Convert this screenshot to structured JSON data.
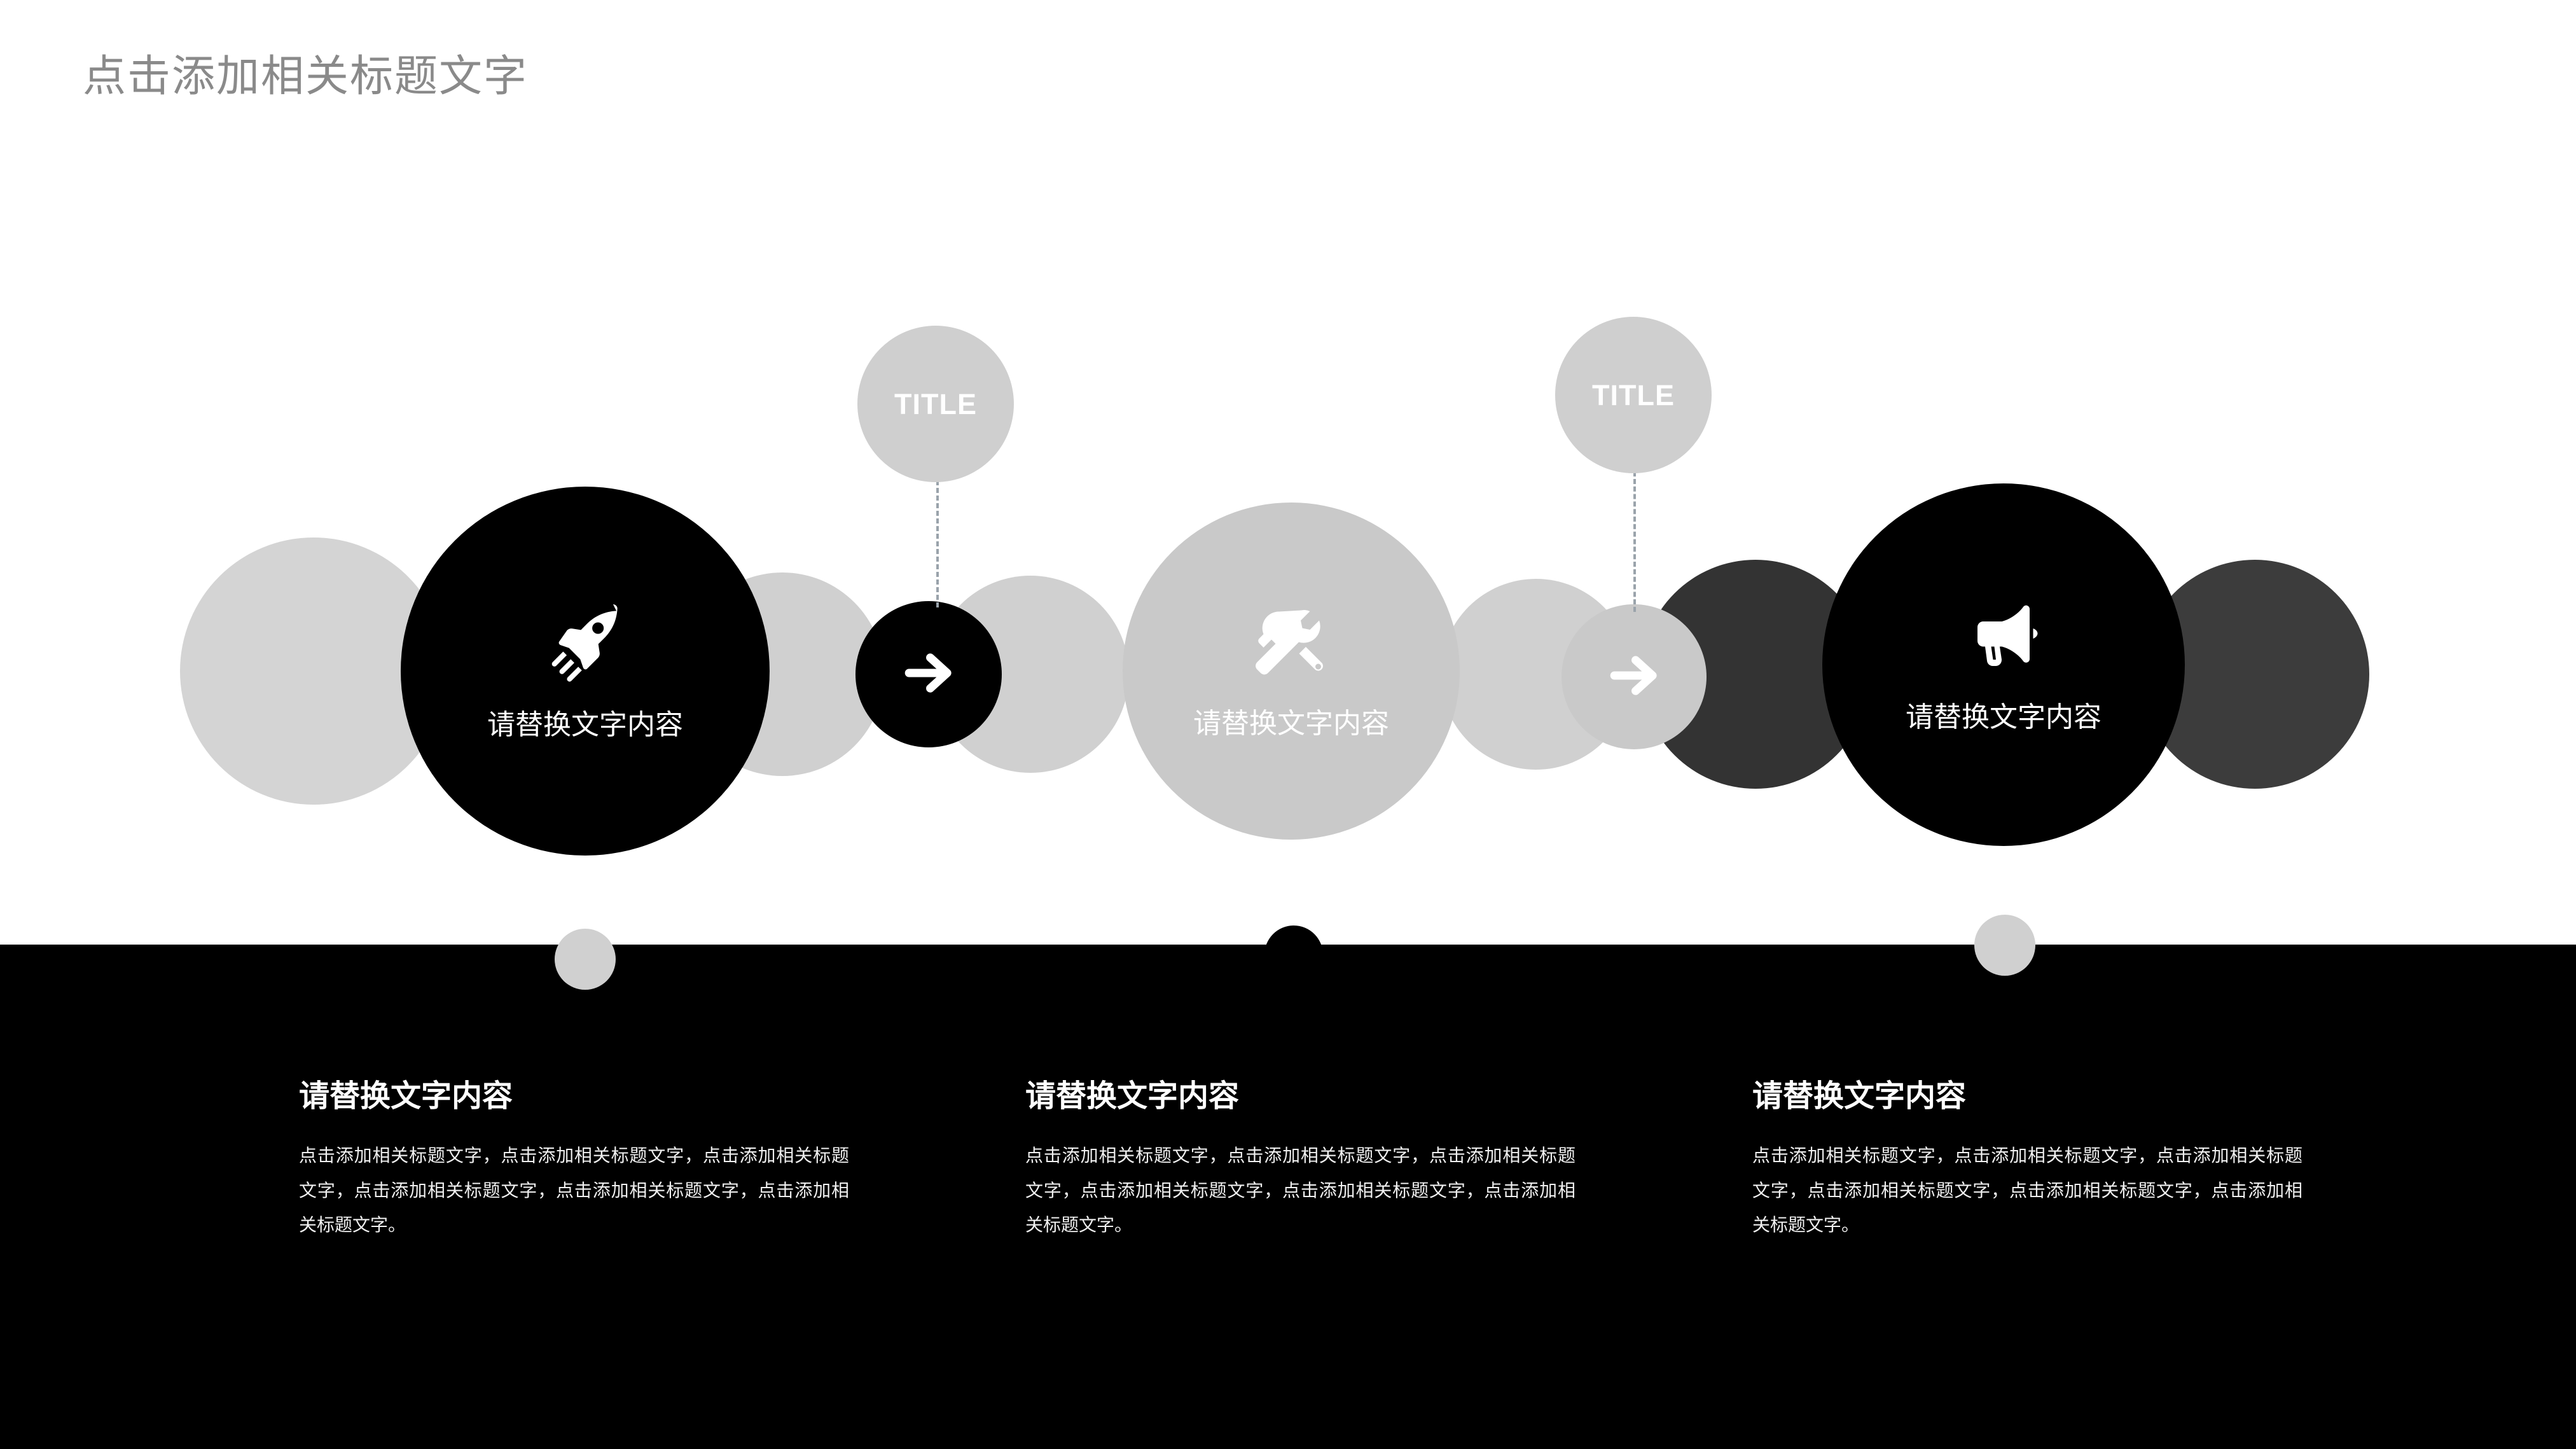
{
  "page": {
    "title": "点击添加相关标题文字"
  },
  "colors": {
    "background": "#ffffff",
    "band": "#000000",
    "title_text": "#8a8a8a",
    "light_gray": "#d4d4d4",
    "mid_gray": "#c9c9c9",
    "dark_gray": "#333333",
    "accent_black": "#000000",
    "bubble_gray": "#cfcfcf",
    "dash_line": "#9aa3ab"
  },
  "steps": [
    {
      "id": "step-1",
      "icon": "rocket-icon",
      "label": "请替换文字内容",
      "style": "black"
    },
    {
      "id": "step-2",
      "icon": "tools-icon",
      "label": "请替换文字内容",
      "style": "gray"
    },
    {
      "id": "step-3",
      "icon": "megaphone-icon",
      "label": "请替换文字内容",
      "style": "black"
    }
  ],
  "connectors": [
    {
      "id": "arrow-1",
      "icon": "arrow-right-icon",
      "style": "black"
    },
    {
      "id": "arrow-2",
      "icon": "arrow-right-icon",
      "style": "gray"
    }
  ],
  "title_bubbles": [
    {
      "id": "bubble-1",
      "label": "TITLE"
    },
    {
      "id": "bubble-2",
      "label": "TITLE"
    }
  ],
  "columns": [
    {
      "title": "请替换文字内容",
      "body": "点击添加相关标题文字，点击添加相关标题文字，点击添加相关标题文字，点击添加相关标题文字，点击添加相关标题文字，点击添加相关标题文字。"
    },
    {
      "title": "请替换文字内容",
      "body": "点击添加相关标题文字，点击添加相关标题文字，点击添加相关标题文字，点击添加相关标题文字，点击添加相关标题文字，点击添加相关标题文字。"
    },
    {
      "title": "请替换文字内容",
      "body": "点击添加相关标题文字，点击添加相关标题文字，点击添加相关标题文字，点击添加相关标题文字，点击添加相关标题文字，点击添加相关标题文字。"
    }
  ]
}
